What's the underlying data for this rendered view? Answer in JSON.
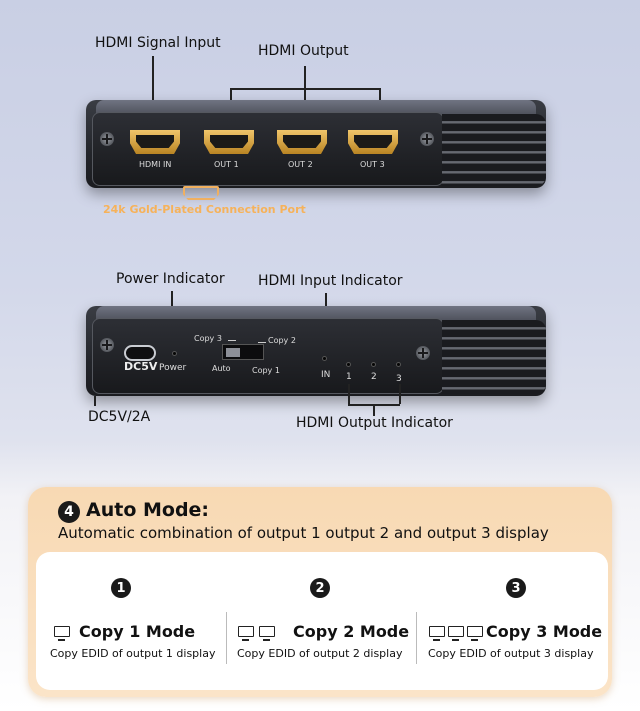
{
  "top_device": {
    "callouts": {
      "signal_input": "HDMI Signal Input",
      "output": "HDMI Output"
    },
    "ports": [
      "HDMI IN",
      "OUT 1",
      "OUT 2",
      "OUT 3"
    ],
    "gold_plated_note": "24k Gold-Plated Connection Port"
  },
  "bottom_device": {
    "callouts": {
      "power_indicator": "Power Indicator",
      "input_indicator": "HDMI Input Indicator",
      "output_indicator": "HDMI Output Indicator",
      "power_spec": "DC5V/2A"
    },
    "power_port_label": "DC5V",
    "power_led_label": "Power",
    "switch_labels": {
      "copy3": "Copy 3",
      "copy2": "Copy 2",
      "auto": "Auto",
      "copy1": "Copy 1"
    },
    "led_labels": [
      "IN",
      "1",
      "2",
      "3"
    ]
  },
  "info": {
    "badge": "4",
    "title": "Auto Mode:",
    "subtitle": "Automatic combination of output 1 output 2  and output 3 display",
    "modes": [
      {
        "number": "1",
        "title": "Copy 1 Mode",
        "desc": "Copy EDID of output 1 display",
        "monitors": 1
      },
      {
        "number": "2",
        "title": "Copy 2 Mode",
        "desc": "Copy EDID of output 2 display",
        "monitors": 2
      },
      {
        "number": "3",
        "title": "Copy 3 Mode",
        "desc": "Copy EDID of output 3 display",
        "monitors": 3
      }
    ]
  },
  "colors": {
    "gold": "#f0c56a",
    "note_orange": "#f6b25a",
    "panel_peach": "#f8d9b3"
  }
}
